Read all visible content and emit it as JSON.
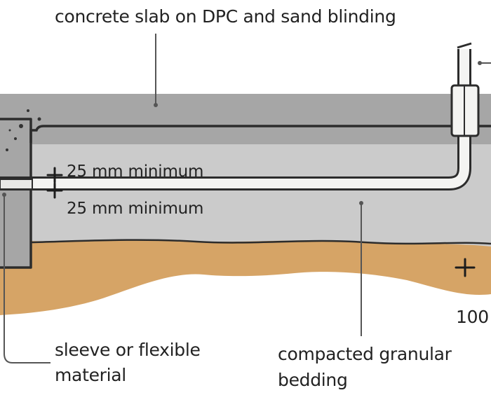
{
  "labels": {
    "title": "concrete slab on DPC and sand blinding",
    "dim_upper": "25 mm minimum",
    "dim_lower": "25 mm minimum",
    "sleeve_line1": "sleeve or flexible",
    "sleeve_line2": "material",
    "bedding_line1": "compacted granular",
    "bedding_line2": "bedding",
    "dim_right": "100"
  },
  "colors": {
    "slab": "#a6a6a6",
    "bedding": "#cbcbcb",
    "sand": "#d6a466",
    "pipe": "#f4f4f2",
    "outline": "#2c2c2c",
    "leader": "#555555",
    "text": "#222222"
  }
}
